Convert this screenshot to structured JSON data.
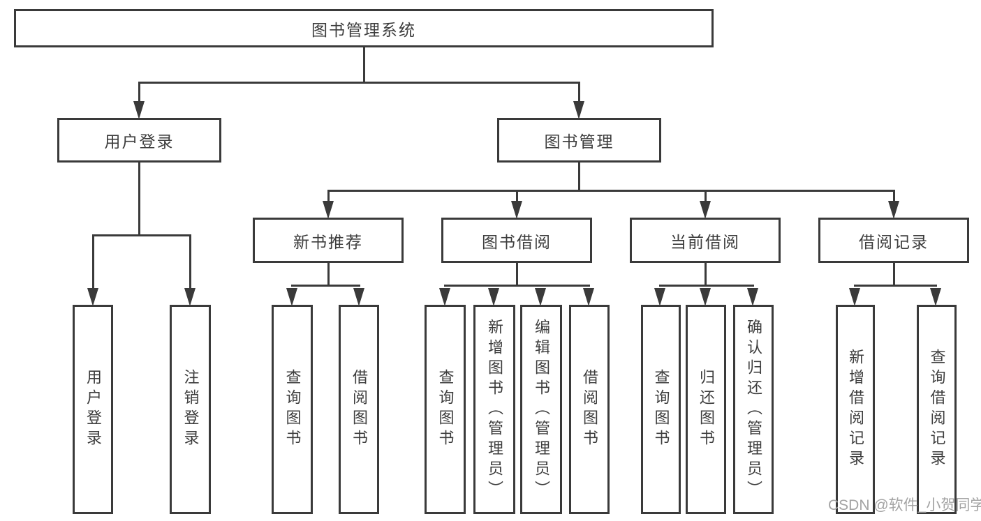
{
  "nodes": {
    "root": "图书管理系统",
    "level2": {
      "login": "用户登录",
      "mgmt": "图书管理"
    },
    "login_children": [
      "用户登录",
      "注销登录"
    ],
    "level3": [
      "新书推荐",
      "图书借阅",
      "当前借阅",
      "借阅记录"
    ],
    "recommend_children": [
      "查询图书",
      "借阅图书"
    ],
    "borrow_children": [
      "查询图书",
      "新增图书（管理员）",
      "编辑图书（管理员）",
      "借阅图书"
    ],
    "current_children": [
      "查询图书",
      "归还图书",
      "确认归还（管理员）"
    ],
    "record_children": [
      "新增借阅记录",
      "查询借阅记录"
    ]
  },
  "watermark": "CSDN @软件_小贺同学",
  "colors": {
    "line": "#3a3a3a",
    "text": "#3d3d3d",
    "watermark": "#a3a3a3",
    "background": "#ffffff"
  }
}
